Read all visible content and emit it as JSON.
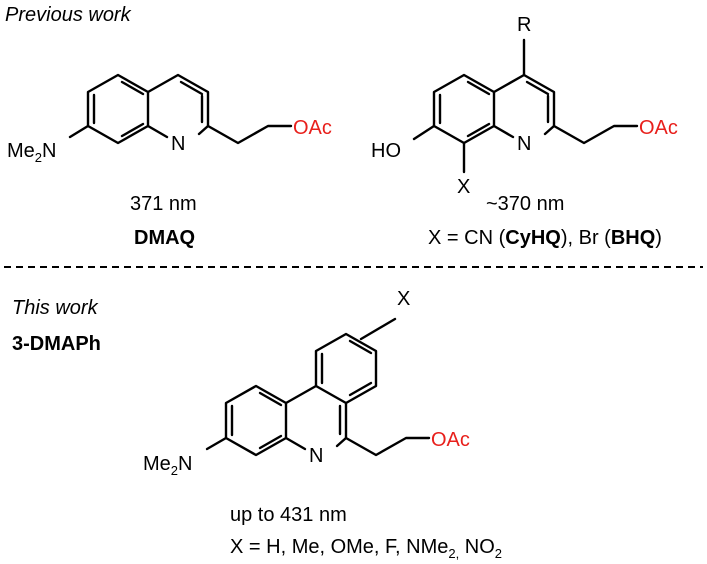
{
  "top": {
    "heading": "Previous work",
    "dmaq": {
      "amine_prefix": "Me",
      "amine_sub": "2",
      "amine_suffix": "N",
      "ring_n": "N",
      "ester": "OAc",
      "wavelength": "371 nm",
      "name": "DMAQ"
    },
    "hq": {
      "r_group": "R",
      "hydroxy": "HO",
      "ring_n": "N",
      "ester": "OAc",
      "x_group": "X",
      "wavelength": "~370 nm",
      "substituents": {
        "prefix": "X = CN (",
        "cyhq": "CyHQ",
        "middle": "), Br (",
        "bhq": "BHQ",
        "suffix": ")"
      }
    }
  },
  "bottom": {
    "heading": "This work",
    "compound": "3-DMAPh",
    "x_group": "X",
    "amine_prefix": "Me",
    "amine_sub": "2",
    "amine_suffix": "N",
    "ring_n": "N",
    "ester": "OAc",
    "wavelength": "up to 431 nm",
    "substituents": {
      "prefix": "X = H, Me, OMe, F, NMe",
      "sub": "2,",
      "suffix": " NO",
      "sub2": "2"
    }
  },
  "colors": {
    "ester": "#e8201c",
    "divider": "#000000"
  }
}
